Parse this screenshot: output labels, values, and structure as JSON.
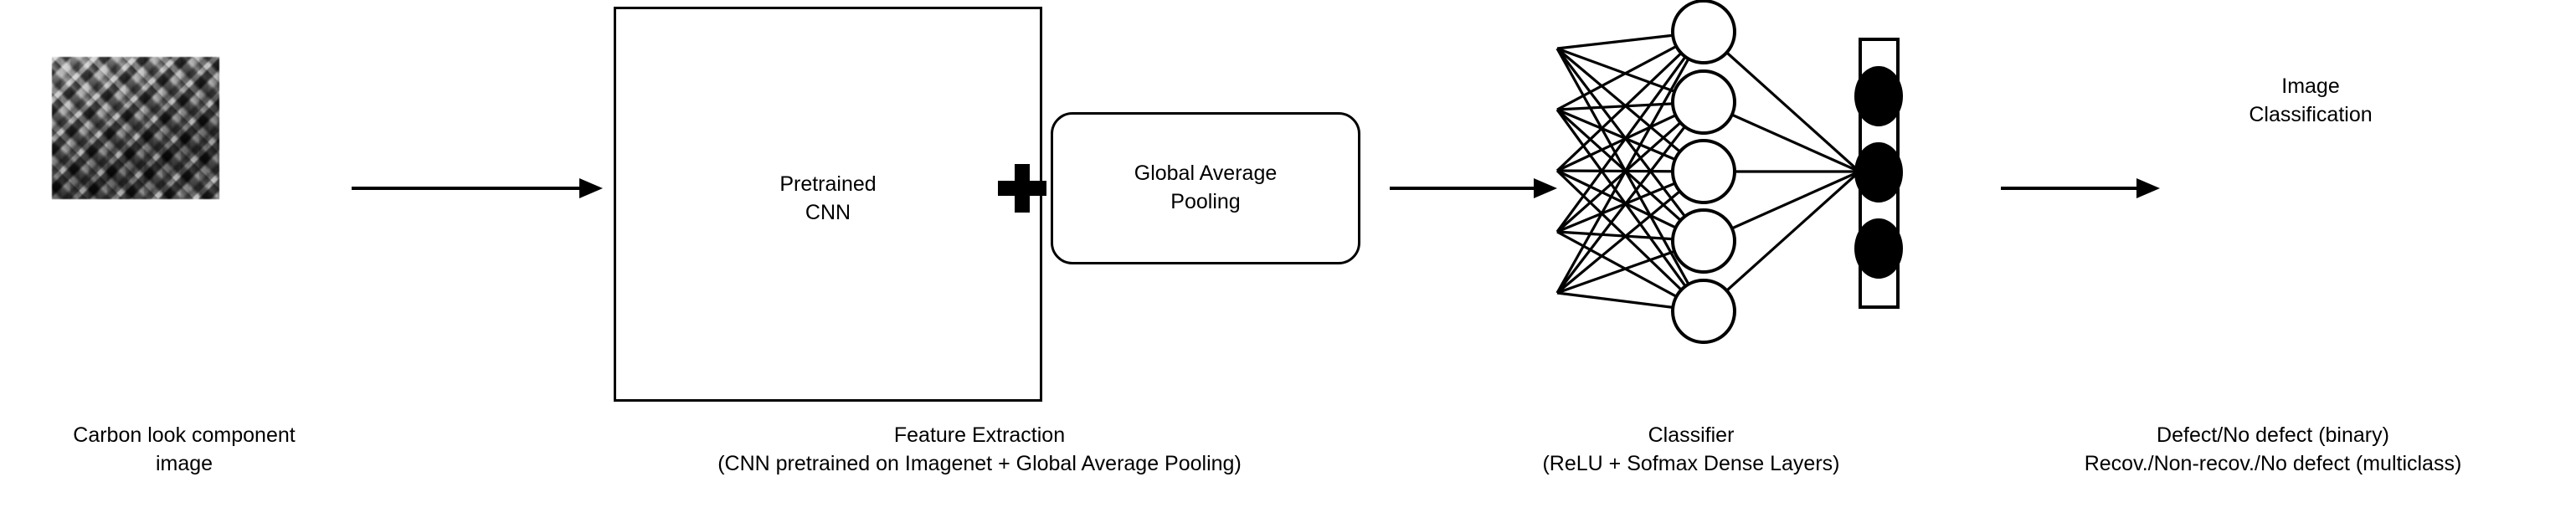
{
  "diagram": {
    "title": "CNN transfer-learning image classification pipeline",
    "background": "#ffffff",
    "stroke": "#000000"
  },
  "input": {
    "image_alt": "carbon-look-weave-photo",
    "caption": "Carbon look component\nimage"
  },
  "feature_extraction": {
    "box_label": "Pretrained\nCNN",
    "plus_symbol": "+",
    "pooling_label": "Global Average\nPooling",
    "caption": "Feature Extraction\n(CNN pretrained on Imagenet + Global Average Pooling)"
  },
  "classifier": {
    "caption": "Classifier\n(ReLU + Sofmax Dense Layers)",
    "input_nodes": 5,
    "hidden_nodes": 5,
    "output_nodes": 3,
    "hidden_node_fill": "#ffffff",
    "output_node_fill": "#000000"
  },
  "output": {
    "label": "Image\nClassification",
    "caption": "Defect/No defect (binary)\nRecov./Non-recov./No defect (multiclass)"
  },
  "arrows": [
    {
      "name": "arrow-image-to-cnn"
    },
    {
      "name": "arrow-gap-to-classifier"
    },
    {
      "name": "arrow-classifier-to-output"
    }
  ]
}
